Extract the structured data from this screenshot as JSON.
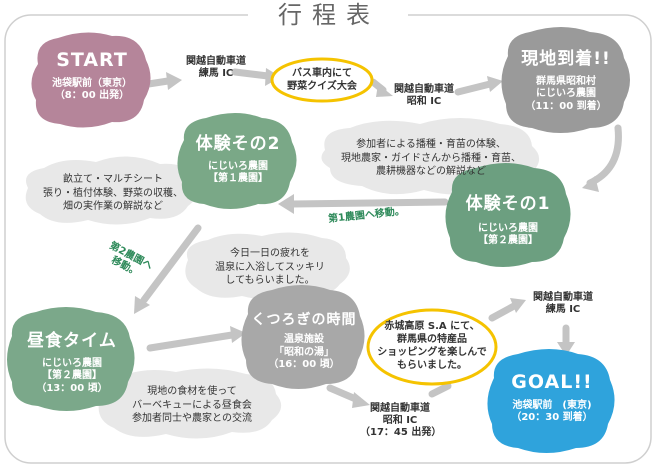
{
  "title": "行程表",
  "colors": {
    "frame": "#cfcfcf",
    "start": "#b5859a",
    "arrival": "#9a9a9a",
    "farm2": "#7aa887",
    "farm1": "#6c9f80",
    "lunch": "#7ba88a",
    "rest": "#a8a8a8",
    "goal": "#2fa3dc",
    "note": "#e8e8e8",
    "bubble": "#f5c300",
    "arrow": "#c4c4c4",
    "hand": "#2e8a5a"
  },
  "nodes": {
    "start": {
      "title": "START",
      "line1": "池袋駅前（東京）",
      "line2": "（8：00 出発）"
    },
    "arrival": {
      "title": "現地到着!!",
      "line1": "群馬県昭和村",
      "line2": "にじいろ農園",
      "line3": "（11：00 到着）"
    },
    "farm2": {
      "title": "体験その2",
      "line1": "にじいろ農園",
      "line2": "【第１農園】"
    },
    "farm1": {
      "title": "体験その1",
      "line1": "にじいろ農園",
      "line2": "【第２農園】"
    },
    "lunch": {
      "title": "昼食タイム",
      "line1": "にじいろ農園",
      "line2": "【第２農園】",
      "line3": "（13：00 頃）"
    },
    "rest": {
      "title": "くつろぎの時間",
      "line1": "温泉施設",
      "line2": "「昭和の湯」",
      "line3": "（16：00 頃）"
    },
    "goal": {
      "title": "GOAL!!",
      "line1": "池袋駅前　(東京)",
      "line2": "（20：30 到着）"
    }
  },
  "labels": {
    "kanetsu_nerima_1": {
      "line1": "関越自動車道",
      "line2": "練馬 IC"
    },
    "kanetsu_showa_1": {
      "line1": "関越自動車道",
      "line2": "昭和 IC"
    },
    "kanetsu_showa_2": {
      "line1": "関越自動車道",
      "line2": "昭和 IC",
      "line3": "（17：45 出発）"
    },
    "kanetsu_nerima_2": {
      "line1": "関越自動車道",
      "line2": "練馬 IC"
    }
  },
  "bubbles": {
    "quiz": {
      "line1": "バス車内にて",
      "line2": "野菜クイズ大会"
    },
    "shopping": {
      "line1": "赤城高原 S.A にて、",
      "line2": "群馬県の特産品",
      "line3": "ショッピングを楽しんで",
      "line4": "もらいました。"
    }
  },
  "notes": {
    "farm1_desc": {
      "line1": "参加者による播種・育苗の体験、",
      "line2": "現地農家・ガイドさんから播種・育苗、",
      "line3": "農耕機器などの解説など"
    },
    "farm2_desc": {
      "line1": "畝立て・マルチシート",
      "line2": "張り・植付体験、野菜の収穫、",
      "line3": "畑の実作業の解説など"
    },
    "onsen_desc": {
      "line1": "今日一日の疲れを",
      "line2": "温泉に入浴してスッキリ",
      "line3": "してもらいました。"
    },
    "bbq_desc": {
      "line1": "現地の食材を使って",
      "line2": "バーベキューによる昼食会",
      "line3": "参加者同士や農家との交流"
    }
  },
  "hand": {
    "move_to_1": "第1農園へ移動。",
    "move_to_2a": "第2農園へ",
    "move_to_2b": "移動。"
  }
}
